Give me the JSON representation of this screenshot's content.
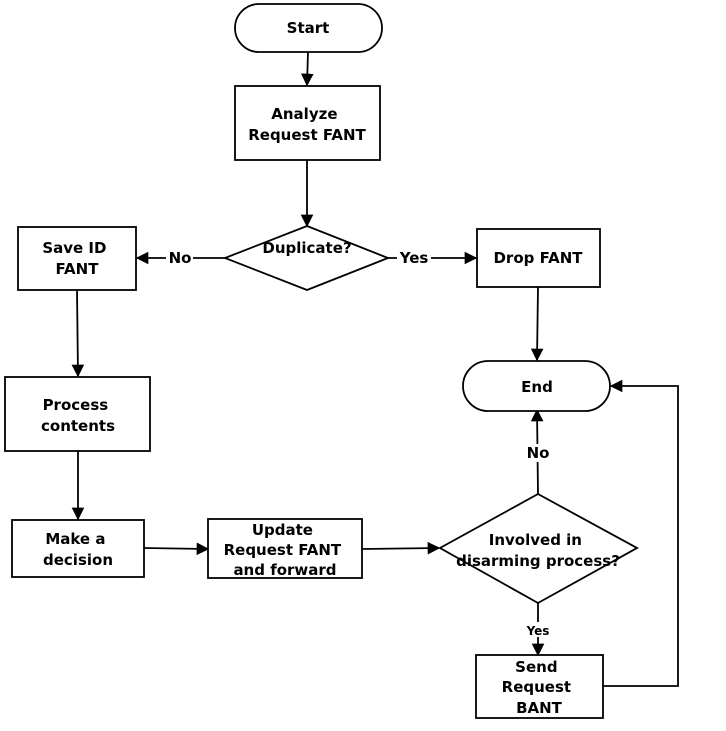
{
  "nodes": {
    "start": [
      "Start"
    ],
    "analyze": [
      "Analyze",
      "Request FANT"
    ],
    "duplicate": [
      "Duplicate?"
    ],
    "save": [
      "Save ID",
      "FANT"
    ],
    "drop": [
      "Drop FANT"
    ],
    "process": [
      "Process",
      "contents"
    ],
    "end": [
      "End"
    ],
    "decision": [
      "Make a",
      "decision"
    ],
    "update": [
      "Update",
      "Request FANT",
      "and forward"
    ],
    "involved": [
      "Involved in",
      "disarming process?"
    ],
    "send": [
      "Send",
      "Request",
      "BANT"
    ]
  },
  "edges": {
    "no_dup": "No",
    "yes_dup": "Yes",
    "no_involved": "No",
    "yes_involved": "Yes"
  }
}
